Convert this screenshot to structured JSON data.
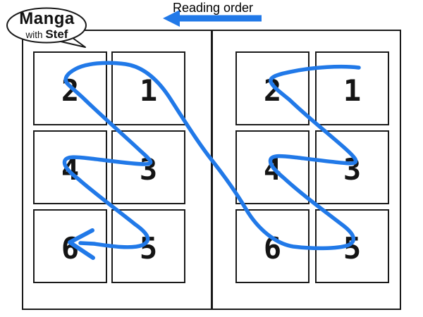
{
  "bubble": {
    "title": "Manga",
    "subtitle_prefix": "with ",
    "subtitle_name": "Stef"
  },
  "header": {
    "reading_order_label": "Reading order"
  },
  "colors": {
    "accent": "#2179e8",
    "ink": "#1a1a1a"
  },
  "left_page": {
    "panels": [
      {
        "number": "2"
      },
      {
        "number": "1"
      },
      {
        "number": "4"
      },
      {
        "number": "3"
      },
      {
        "number": "6"
      },
      {
        "number": "5"
      }
    ]
  },
  "right_page": {
    "panels": [
      {
        "number": "2"
      },
      {
        "number": "1"
      },
      {
        "number": "4"
      },
      {
        "number": "3"
      },
      {
        "number": "6"
      },
      {
        "number": "5"
      }
    ]
  }
}
